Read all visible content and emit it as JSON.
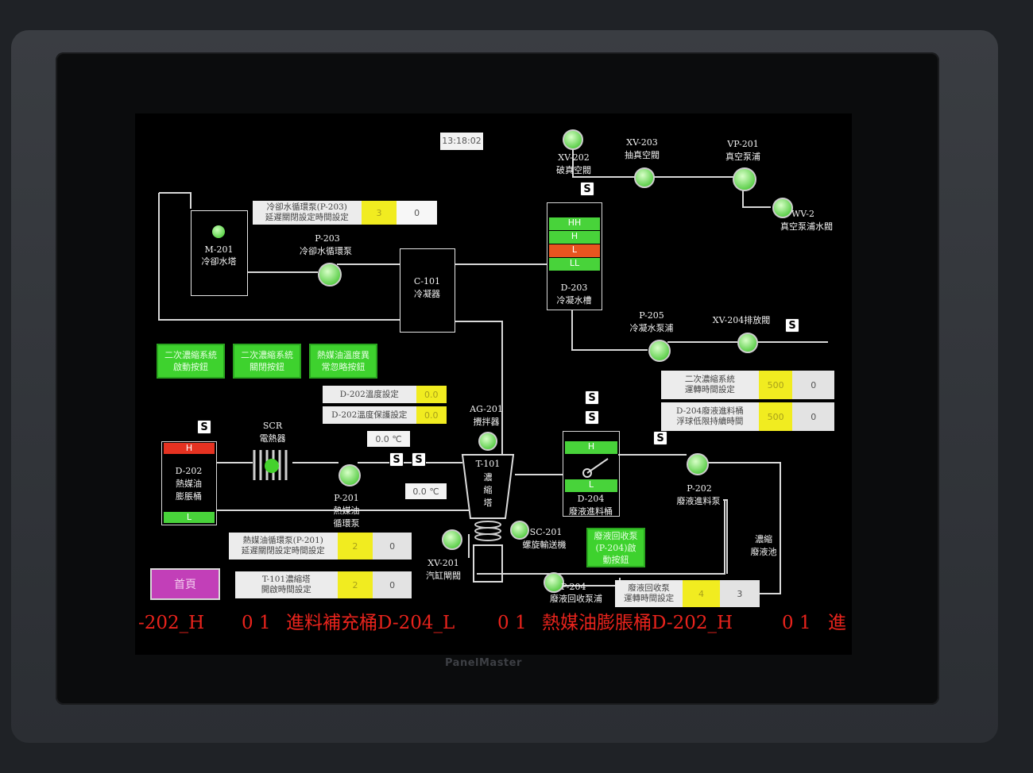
{
  "clock": "13:18:02",
  "brand": "PanelMaster",
  "colors": {
    "screen_bg": "#000000",
    "green": "#3ed22e",
    "yellow": "#f1ec20",
    "red": "#e53221",
    "magenta": "#c23fb8",
    "alarm_text": "#e8231c"
  },
  "equipment": {
    "m201": {
      "tag": "M-201",
      "name": "冷卻水塔"
    },
    "p203": {
      "tag": "P-203",
      "name": "冷卻水循環泵"
    },
    "c101": {
      "tag": "C-101",
      "name": "冷凝器"
    },
    "xv202": {
      "tag": "XV-202",
      "name": "破真空閥"
    },
    "xv203": {
      "tag": "XV-203",
      "name": "抽真空閥"
    },
    "vp201": {
      "tag": "VP-201",
      "name": "真空泵浦"
    },
    "wv2": {
      "tag": "WV-2",
      "name": "真空泵浦水閥"
    },
    "d203": {
      "tag": "D-203",
      "name": "冷凝水槽",
      "levels": [
        "HH",
        "H",
        "L",
        "LL"
      ]
    },
    "p205": {
      "tag": "P-205",
      "name": "冷凝水泵浦"
    },
    "xv204": {
      "label": "XV-204排放閥"
    },
    "scr": {
      "tag": "SCR",
      "name": "電熱器"
    },
    "d202": {
      "tag": "D-202",
      "name1": "熱媒油",
      "name2": "膨脹桶",
      "level_h": "H",
      "level_l": "L"
    },
    "p201": {
      "tag": "P-201",
      "name1": "熱媒油",
      "name2": "循環泵"
    },
    "ag201": {
      "tag": "AG-201",
      "name": "攪拌器"
    },
    "t101": {
      "tag": "T-101",
      "chars": [
        "濃",
        "縮",
        "塔"
      ]
    },
    "sc201": {
      "tag": "SC-201",
      "name": "螺旋輸送機"
    },
    "xv201": {
      "tag": "XV-201",
      "name": "汽缸閘閥"
    },
    "d204": {
      "tag": "D-204",
      "name": "廢液進料桶",
      "level_h": "H",
      "level_l": "L"
    },
    "p202": {
      "tag": "P-202",
      "name": "廢液進料泵"
    },
    "p204": {
      "tag": "P-204",
      "name": "廢液回收泵浦"
    },
    "pond": {
      "name1": "濃縮",
      "name2": "廢液池"
    }
  },
  "s_badge": "S",
  "buttons": {
    "secondary_start": "二次濃縮系統啟動按鈕",
    "secondary_stop": "二次濃縮系統關閉按鈕",
    "oil_override": "熱媒油溫度異常忽略按鈕",
    "p204_start": "廢液回收泵(P-204)啟動按鈕",
    "home": "首頁"
  },
  "settings": {
    "p203_delay": {
      "label1": "冷卻水循環泵(P-203)",
      "label2": "延遲關閉設定時間設定",
      "set": "3",
      "value": "0"
    },
    "d202_temp": {
      "label": "D-202溫度設定",
      "value": "0.0"
    },
    "d202_hold": {
      "label": "D-202溫度保護設定",
      "value": "0.0"
    },
    "secondary_run": {
      "label1": "二次濃縮系統",
      "label2": "運轉時間設定",
      "set": "500",
      "value": "0"
    },
    "d204_float": {
      "label1": "D-204廢液進料桶",
      "label2": "浮球低限持續時間",
      "set": "500",
      "value": "0"
    },
    "p201_delay": {
      "label1": "熱媒油循環泵(P-201)",
      "label2": "延遲關閉設定時間設定",
      "set": "2",
      "value": "0"
    },
    "t101_start": {
      "label1": "T-101濃縮塔",
      "label2": "開啟時間設定",
      "set": "2",
      "value": "0"
    },
    "p204_run": {
      "label1": "廢液回收泵",
      "label2": "運轉時間設定",
      "set": "4",
      "value": "3"
    }
  },
  "readouts": {
    "temp_a": {
      "value": "0.0",
      "unit": "℃"
    },
    "temp_b": {
      "value": "0.0",
      "unit": "℃"
    }
  },
  "ticker": [
    "-202_H",
    "0 1",
    "進料補充桶D-204_L",
    "0 1",
    "熱媒油膨脹桶D-202_H",
    "0 1",
    "進"
  ]
}
